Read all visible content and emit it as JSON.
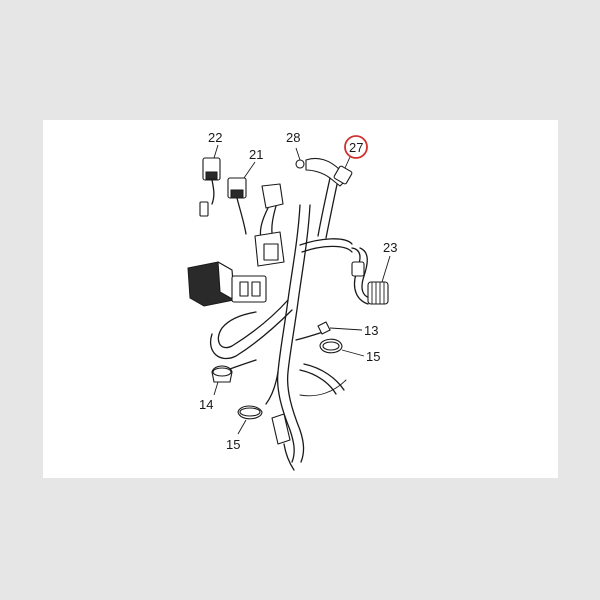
{
  "callouts": {
    "c22": "22",
    "c28": "28",
    "c27": "27",
    "c21": "21",
    "c23": "23",
    "c13": "13",
    "c15a": "15",
    "c14": "14",
    "c15b": "15"
  },
  "highlight": {
    "part": "27",
    "color": "#d0312d"
  }
}
